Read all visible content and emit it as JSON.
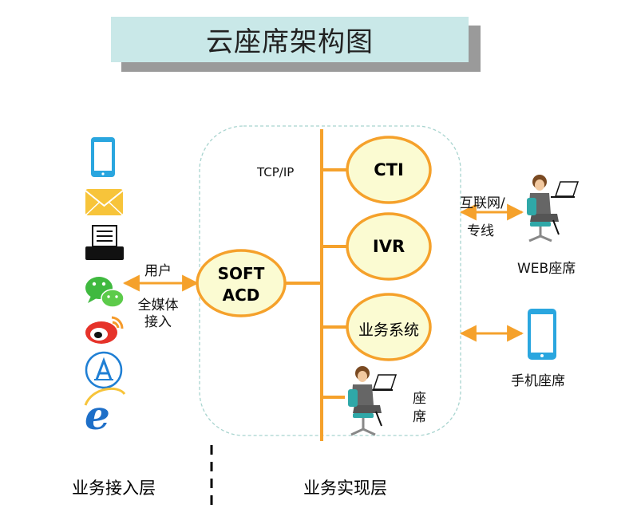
{
  "title": "云座席架构图",
  "left_channel": {
    "line1": "用户",
    "line2": "全媒体",
    "line3": "接入"
  },
  "tcp_ip": "TCP/IP",
  "nodes": {
    "soft_acd_line1": "SOFT",
    "soft_acd_line2": "ACD",
    "cti": "CTI",
    "ivr": "IVR",
    "business_system": "业务系统"
  },
  "seat": {
    "line1": "座",
    "line2": "席"
  },
  "internet": {
    "line1": "互联网/",
    "line2": "专线"
  },
  "web_seat": "WEB座席",
  "mobile_seat": "手机座席",
  "layers": {
    "access": "业务接入层",
    "implementation": "业务实现层"
  },
  "colors": {
    "accent": "#f5a12b",
    "bubble_fill": "#fbfbd2",
    "title_fill": "#c9e8e8"
  }
}
